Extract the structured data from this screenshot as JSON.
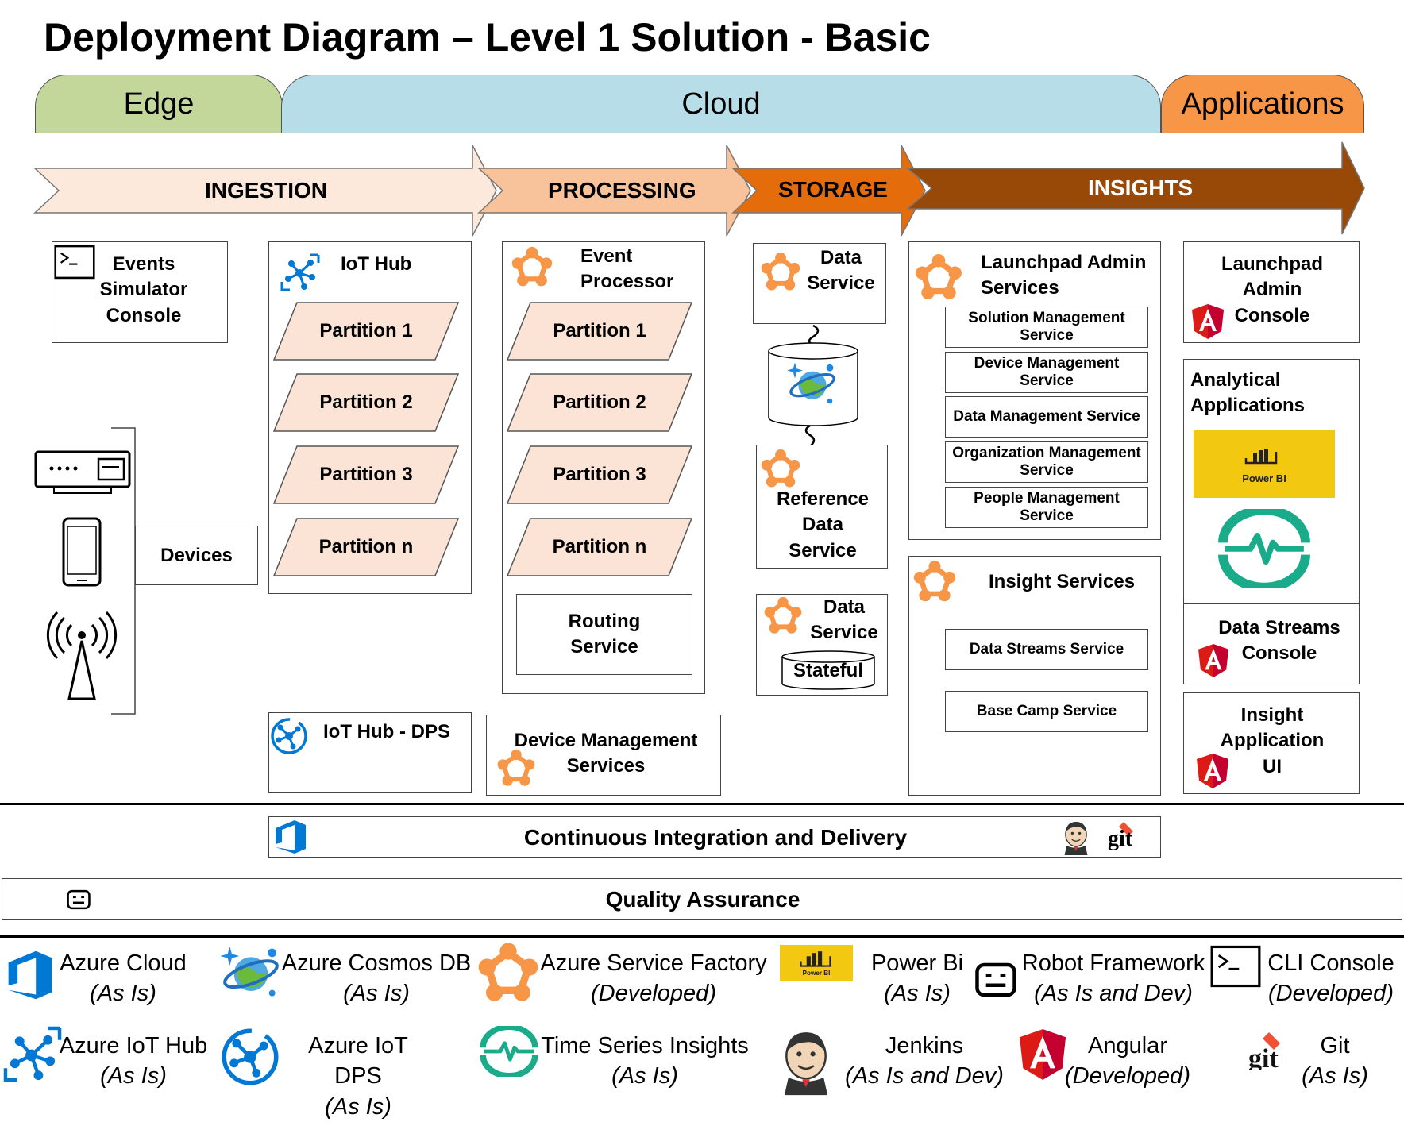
{
  "title": "Deployment Diagram – Level 1 Solution - Basic",
  "zones": {
    "edge": "Edge",
    "cloud": "Cloud",
    "applications": "Applications"
  },
  "stages": {
    "ingestion": "INGESTION",
    "processing": "PROCESSING",
    "storage": "STORAGE",
    "insights": "INSIGHTS"
  },
  "edge": {
    "events_simulator": "Events Simulator Console",
    "devices": "Devices"
  },
  "ingestion": {
    "iot_hub": "IoT Hub",
    "partitions": [
      "Partition 1",
      "Partition 2",
      "Partition 3",
      "Partition n"
    ],
    "iot_hub_dps": "IoT Hub -  DPS"
  },
  "processing": {
    "event_processor": "Event Processor",
    "partitions": [
      "Partition 1",
      "Partition 2",
      "Partition 3",
      "Partition n"
    ],
    "routing_service": "Routing Service",
    "device_management_services": "Device Management Services"
  },
  "storage": {
    "data_service": "Data Service",
    "reference_data_service": "Reference Data Service",
    "data_service_2": "Data Service",
    "stateful": "Stateful"
  },
  "insights": {
    "launchpad_admin_services": "Launchpad Admin Services",
    "admin_sub_services": [
      "Solution Management Service",
      "Device Management Service",
      "Data Management Service",
      "Organization Management Service",
      "People Management Service"
    ],
    "insight_services": "Insight Services",
    "data_streams_service": "Data Streams Service",
    "base_camp_service": "Base Camp Service"
  },
  "applications": {
    "launchpad_admin_console": "Launchpad Admin Console",
    "analytical_applications": "Analytical Applications",
    "power_bi_logo": "Power BI",
    "data_streams_console": "Data Streams Console",
    "insight_application_ui": "Insight Application UI"
  },
  "ci_cd": {
    "label": "Continuous Integration and Delivery",
    "git_logo": "git"
  },
  "qa": {
    "label": "Quality Assurance"
  },
  "legend": [
    {
      "name": "Azure Cloud",
      "status": "(As Is)",
      "icon": "azure-devops-icon"
    },
    {
      "name": "Azure Cosmos DB",
      "status": "(As Is)",
      "icon": "cosmos-db-icon"
    },
    {
      "name": "Azure Service Factory",
      "status": "(Developed)",
      "icon": "service-fabric-icon"
    },
    {
      "name": "Power Bi",
      "status": "(As Is)",
      "icon": "power-bi-icon"
    },
    {
      "name": "Robot Framework",
      "status": "(As Is and Dev)",
      "icon": "robot-icon"
    },
    {
      "name": "CLI Console",
      "status": "(Developed)",
      "icon": "cli-icon"
    },
    {
      "name": "Azure IoT Hub",
      "status": "(As Is)",
      "icon": "iot-hub-icon"
    },
    {
      "name": "Azure IoT DPS",
      "status": "(As Is)",
      "icon": "iot-dps-icon"
    },
    {
      "name": "Time Series Insights",
      "status": "(As Is)",
      "icon": "tsi-icon"
    },
    {
      "name": "Jenkins",
      "status": "(As Is and Dev)",
      "icon": "jenkins-icon"
    },
    {
      "name": "Angular",
      "status": "(Developed)",
      "icon": "angular-icon"
    },
    {
      "name": "Git",
      "status": "(As Is)",
      "icon": "git-icon"
    }
  ],
  "colors": {
    "edge": "#c4d79b",
    "cloud": "#b7dde8",
    "applications": "#f79646",
    "ingestion": "#fce9dc",
    "processing": "#f8c29a",
    "storage": "#e46c0a",
    "insights": "#984807",
    "partition": "#fbe4d5",
    "service_fabric": "#f79646",
    "angular": "#dd1b16",
    "powerbi": "#f2c811",
    "tsi": "#1aab8b",
    "azure_blue": "#0078d4"
  }
}
